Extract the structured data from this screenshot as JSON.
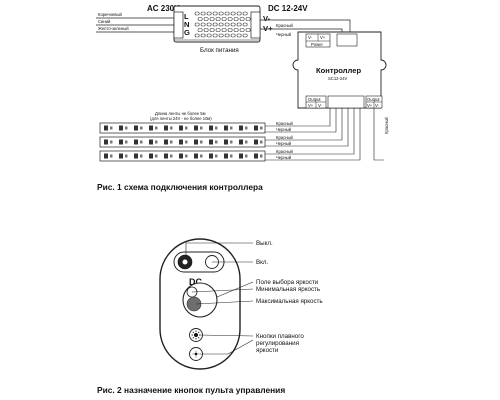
{
  "fig1": {
    "caption": "Рис. 1 схема подключения контроллера",
    "ac_label": "AC 230V",
    "dc_label": "DC 12-24V",
    "mains_wires": [
      "Коричневый",
      "Синий",
      "Желто-зеленый"
    ],
    "terminals_ac": [
      "L",
      "N",
      "G"
    ],
    "terminals_dc": [
      "V-",
      "V+"
    ],
    "psu_caption": "Блок питания",
    "psu_out_wires": [
      "Красный",
      "Черный"
    ],
    "ctrl_power_terms": [
      "V-",
      "V+"
    ],
    "ctrl_power_label": "Power",
    "ctrl_title": "Контроллер",
    "ctrl_model": "SC12-24V",
    "output_label": "Output",
    "output_terms": [
      "V+",
      "V-"
    ],
    "red_label": "Красный",
    "strip_note_1": "Длина ленты не более 5м",
    "strip_note_2": "(для ленты 24V - не более 10м)",
    "strip_wires": [
      "Красный",
      "Черный",
      "Красный",
      "Черный",
      "Красный",
      "Черный"
    ]
  },
  "fig2": {
    "caption": "Рис. 2 назначение кнопок пульта управления",
    "dc_text": "DC",
    "labels": {
      "off": "Выкл.",
      "on": "Вкл.",
      "brightness_field": "Поле выбора яркости",
      "min_brightness": "Минимальная яркость",
      "max_brightness": "Максимальная яркость",
      "smooth_1": "Кнопки плавного",
      "smooth_2": "регулирования",
      "smooth_3": "яркости"
    }
  }
}
